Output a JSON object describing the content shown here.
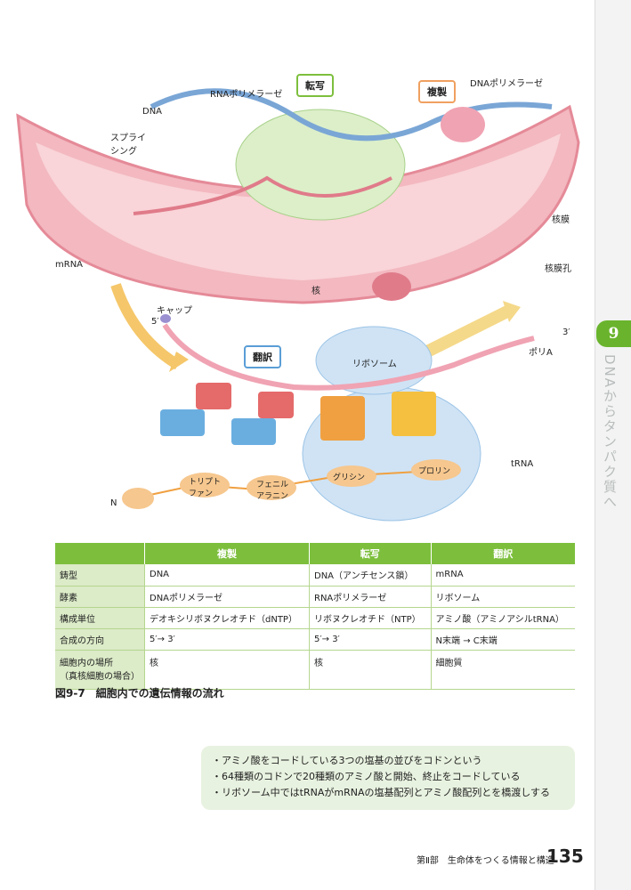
{
  "sidebar": {
    "chapter_number": "9",
    "chapter_title": "DNAからタンパク質へ"
  },
  "diagram": {
    "transcription": "転写",
    "replication": "複製",
    "rna_polymerase": "RNAポリメラーゼ",
    "dna_polymerase": "DNAポリメラーゼ",
    "dna": "DNA",
    "splicing": "スプライ\nシング",
    "nuclear_membrane": "核膜",
    "nuclear_pore": "核膜孔",
    "mrna": "mRNA",
    "nucleus": "核",
    "cap": "キャップ",
    "five_prime": "5′",
    "three_prime": "3′",
    "poly_a": "ポリA",
    "translation": "翻訳",
    "ribosome": "リボソーム",
    "trna": "tRNA",
    "n_term": "N",
    "amino_acids": [
      "トリプト\nファン",
      "フェニル\nアラニン",
      "グリシン",
      "プロリン"
    ]
  },
  "table": {
    "headers": [
      "",
      "複製",
      "転写",
      "翻訳"
    ],
    "rows": [
      [
        "鋳型",
        "DNA",
        "DNA（アンチセンス鎖）",
        "mRNA"
      ],
      [
        "酵素",
        "DNAポリメラーゼ",
        "RNAポリメラーゼ",
        "リボソーム"
      ],
      [
        "構成単位",
        "デオキシリボヌクレオチド（dNTP）",
        "リボヌクレオチド（NTP）",
        "アミノ酸（アミノアシルtRNA）"
      ],
      [
        "合成の方向",
        "5′→ 3′",
        "5′→ 3′",
        "N末端 → C末端"
      ],
      [
        "細胞内の場所\n（真核細胞の場合）",
        "核",
        "核",
        "細胞質"
      ]
    ]
  },
  "caption": "図9-7　細胞内での遺伝情報の流れ",
  "notes": [
    "・アミノ酸をコードしている3つの塩基の並びをコドンという",
    "・64種類のコドンで20種類のアミノ酸と開始、終止をコードしている",
    "・リボソーム中ではtRNAがmRNAの塩基配列とアミノ酸配列とを橋渡しする"
  ],
  "footer": {
    "section": "第Ⅱ部　生命体をつくる情報と構造",
    "page": "135"
  }
}
